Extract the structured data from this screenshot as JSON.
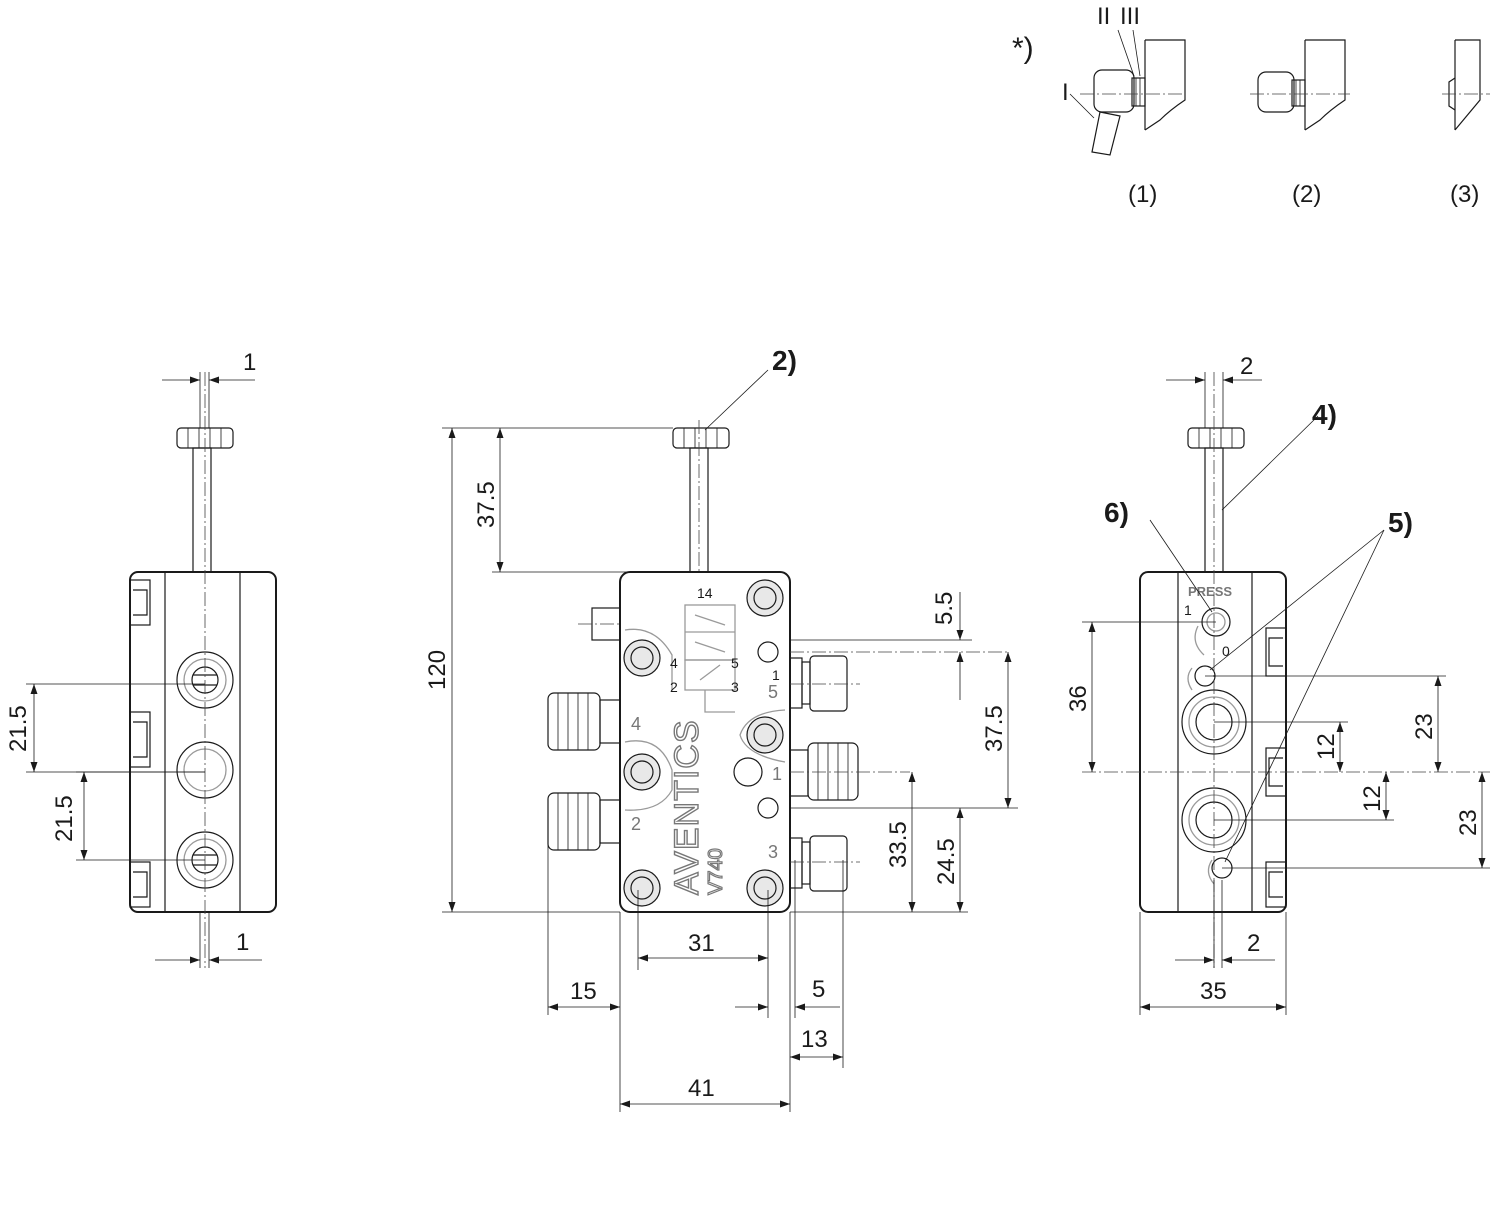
{
  "detail": {
    "marker": "*)",
    "roman": [
      "I",
      "II",
      "III"
    ],
    "variants": [
      "(1)",
      "(2)",
      "(3)"
    ]
  },
  "callouts": {
    "two": "2)",
    "four": "4)",
    "five": "5)",
    "six": "6)"
  },
  "left_view": {
    "dims": {
      "top": "1",
      "bottom": "1",
      "upper": "21.5",
      "lower": "21.5"
    }
  },
  "front_view": {
    "brand": "AVENTICS",
    "model": "V740",
    "ports": [
      "4",
      "2",
      "5",
      "1",
      "3"
    ],
    "symbol_labels": {
      "p14": "14",
      "p4": "4",
      "p5": "5",
      "p2": "2",
      "p3": "3",
      "p1": "1"
    },
    "dims": {
      "stem": "37.5",
      "height": "120",
      "d55": "5.5",
      "d375": "37.5",
      "d335": "33.5",
      "d245": "24.5",
      "d31": "31",
      "d15": "15",
      "d5": "5",
      "d13": "13",
      "d41": "41"
    }
  },
  "right_view": {
    "press": "PRESS",
    "pos1": "1",
    "pos0": "0",
    "dims": {
      "top": "2",
      "bottom": "2",
      "d36": "36",
      "d12a": "12",
      "d12b": "12",
      "d23a": "23",
      "d23b": "23",
      "d35": "35"
    }
  }
}
